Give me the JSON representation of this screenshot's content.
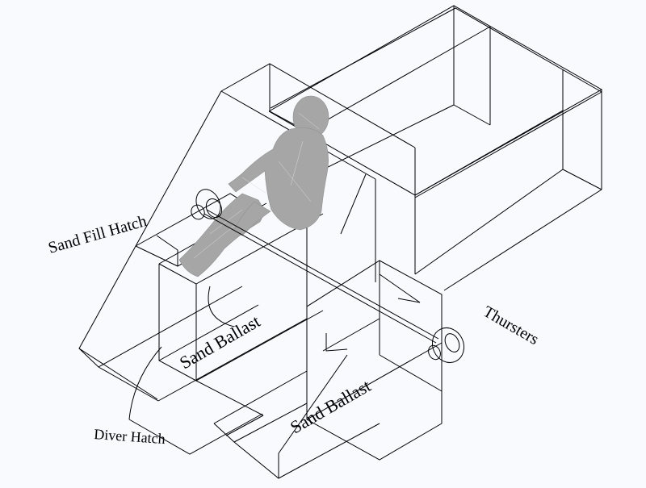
{
  "diagram": {
    "type": "isometric-wireframe",
    "subject": "underwater vehicle with seated diver figure",
    "colors": {
      "background": "#f8fafe",
      "line": "#000000",
      "figure": "#a6a6a6"
    },
    "labels": {
      "sand_fill_hatch": "Sand Fill Hatch",
      "thrusters": "Thursters",
      "sand_ballast_left": "Sand Ballast",
      "sand_ballast_right": "Sand Ballast",
      "diver_hatch": "Diver Hatch"
    }
  }
}
